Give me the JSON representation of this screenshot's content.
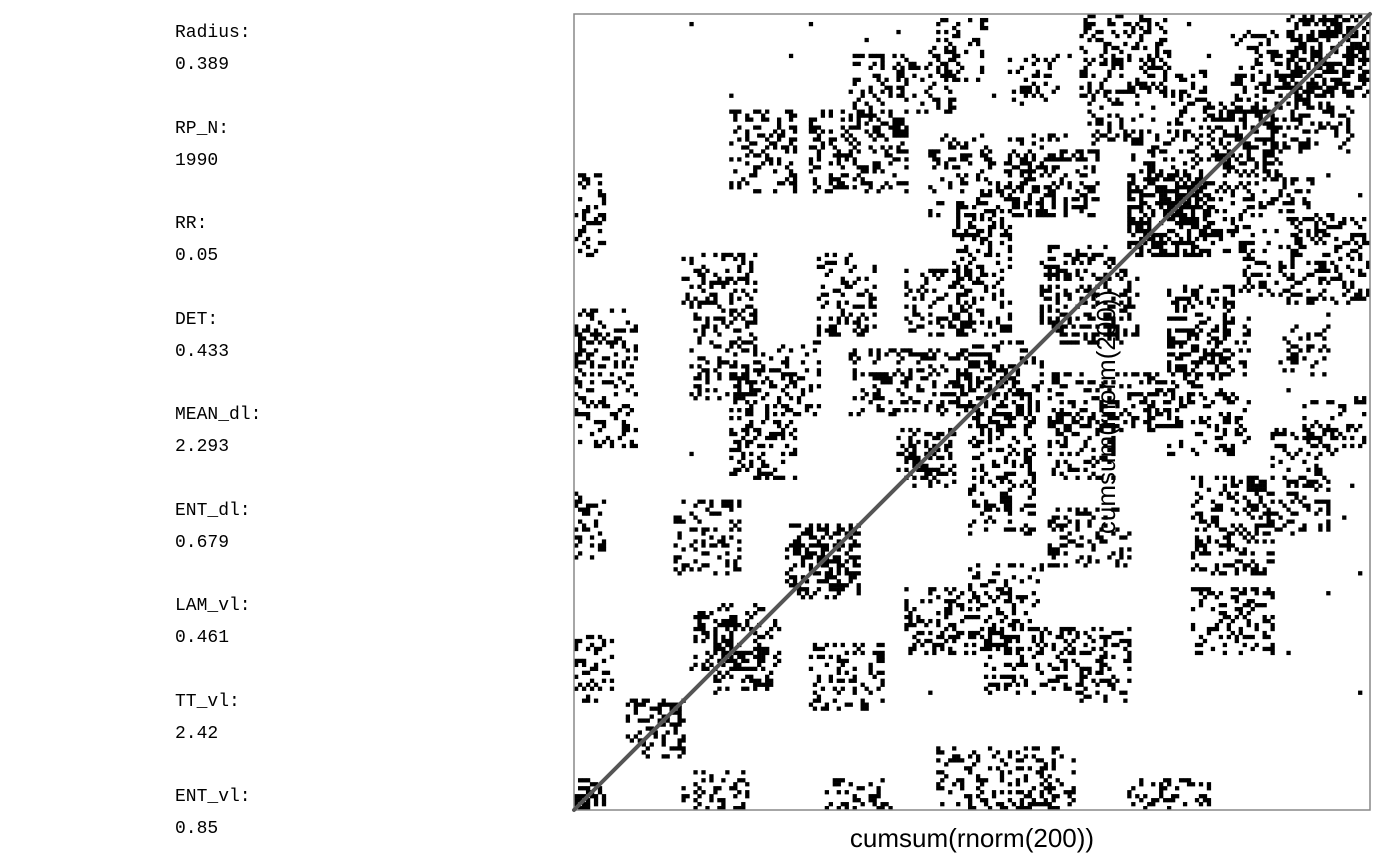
{
  "stats": [
    {
      "label": "Radius:",
      "value": "0.389"
    },
    {
      "label": "RP_N:",
      "value": "1990"
    },
    {
      "label": "RR:",
      "value": "0.05"
    },
    {
      "label": "DET:",
      "value": "0.433"
    },
    {
      "label": "MEAN_dl:",
      "value": "2.293"
    },
    {
      "label": "ENT_dl:",
      "value": "0.679"
    },
    {
      "label": "LAM_vl:",
      "value": "0.461"
    },
    {
      "label": "TT_vl:",
      "value": "2.42"
    },
    {
      "label": "ENT_vl:",
      "value": "0.85"
    }
  ],
  "chart_data": {
    "type": "heatmap",
    "subtype": "recurrence-plot",
    "xlabel": "cumsum(rnorm(200))",
    "ylabel": "cumsum(rnorm(200))",
    "n": 200,
    "xlim": [
      1,
      200
    ],
    "ylim": [
      1,
      200
    ],
    "grid": false,
    "line_of_identity": true,
    "colors": {
      "recurrence": "#000000",
      "identity_line": "#555555",
      "frame": "#888888"
    },
    "recurrent_blocks": [
      [
        1,
        1,
        8,
        8
      ],
      [
        18,
        14,
        28,
        28
      ],
      [
        28,
        1,
        44,
        10
      ],
      [
        36,
        30,
        52,
        48
      ],
      [
        56,
        54,
        72,
        72
      ],
      [
        84,
        82,
        96,
        96
      ],
      [
        100,
        96,
        118,
        114
      ],
      [
        122,
        118,
        142,
        136
      ],
      [
        142,
        140,
        160,
        158
      ],
      [
        162,
        160,
        178,
        176
      ],
      [
        182,
        180,
        200,
        200
      ],
      [
        1,
        108,
        6,
        122
      ],
      [
        1,
        140,
        8,
        160
      ],
      [
        28,
        124,
        46,
        140
      ],
      [
        62,
        120,
        76,
        140
      ],
      [
        84,
        120,
        100,
        136
      ],
      [
        104,
        150,
        132,
        166
      ],
      [
        140,
        148,
        158,
        170
      ],
      [
        150,
        90,
        170,
        104
      ],
      [
        166,
        176,
        188,
        196
      ],
      [
        156,
        40,
        176,
        56
      ],
      [
        104,
        30,
        124,
        46
      ],
      [
        84,
        40,
        100,
        56
      ],
      [
        92,
        1,
        126,
        16
      ],
      [
        64,
        1,
        80,
        8
      ],
      [
        40,
        100,
        62,
        118
      ],
      [
        70,
        100,
        100,
        116
      ],
      [
        120,
        96,
        150,
        110
      ],
      [
        150,
        110,
        170,
        124
      ],
      [
        180,
        128,
        200,
        150
      ],
      [
        26,
        60,
        42,
        78
      ],
      [
        184,
        90,
        200,
        104
      ],
      [
        110,
        178,
        122,
        190
      ],
      [
        82,
        176,
        96,
        190
      ],
      [
        130,
        168,
        146,
        182
      ],
      [
        170,
        150,
        186,
        160
      ],
      [
        60,
        156,
        84,
        176
      ],
      [
        170,
        70,
        190,
        84
      ]
    ],
    "recurrent_points": [
      [
        30,
        198
      ],
      [
        60,
        198
      ],
      [
        103,
        198
      ],
      [
        155,
        198
      ],
      [
        82,
        196
      ],
      [
        55,
        190
      ],
      [
        125,
        190
      ],
      [
        190,
        160
      ],
      [
        140,
        100
      ],
      [
        158,
        74
      ],
      [
        180,
        106
      ],
      [
        194,
        74
      ],
      [
        40,
        180
      ],
      [
        40,
        140
      ],
      [
        30,
        90
      ]
    ]
  }
}
